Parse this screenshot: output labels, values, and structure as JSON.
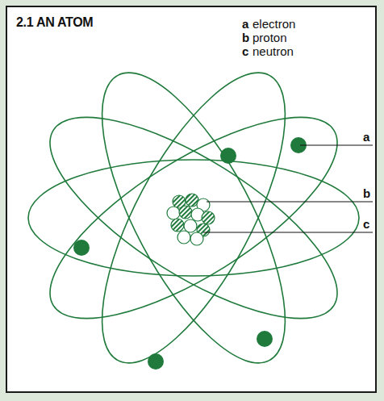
{
  "diagram": {
    "title": "2.1 AN ATOM",
    "labels": [
      "a",
      "electron",
      "b",
      "proton",
      "c",
      "neutron",
      "a",
      "b",
      "c"
    ]
  }
}
